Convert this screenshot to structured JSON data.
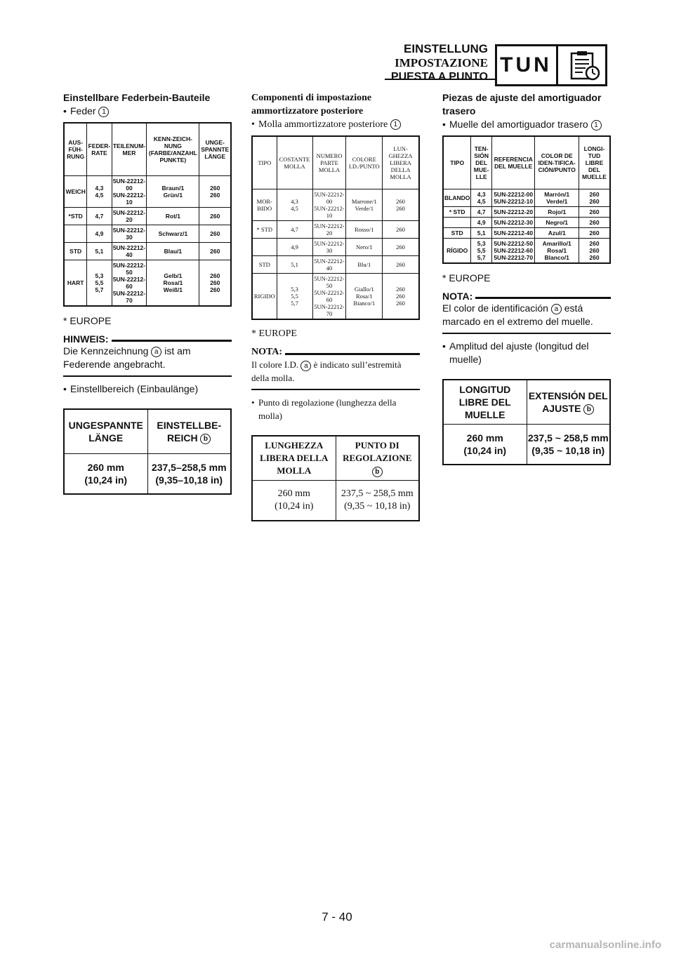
{
  "header": {
    "title_de": "EINSTELLUNG",
    "title_it": "IMPOSTAZIONE",
    "title_es": "PUESTA A PUNTO",
    "section_code": "TUN",
    "icon": "clipboard-stopwatch-icon"
  },
  "de": {
    "title": "Einstellbare Federbein-Bauteile",
    "bullet_text": "Feder",
    "ref_1": "1",
    "table_headers": [
      "AUS-FÜH-RUNG",
      "FEDER-RATE",
      "TEILENUM-MER",
      "KENN-ZEICH-NUNG (FARBE/ANZAHL PUNKTE)",
      "UNGE-SPANNTE LÄNGE"
    ],
    "rows": [
      {
        "type": "WEICH",
        "rate": [
          "4,3",
          "4,5"
        ],
        "part": [
          "5UN-22212-00",
          "5UN-22212-10"
        ],
        "color": [
          "Braun/1",
          "Grün/1"
        ],
        "length": [
          "260",
          "260"
        ]
      },
      {
        "type": "*STD",
        "rate": [
          "4,7"
        ],
        "part": [
          "5UN-22212-20"
        ],
        "color": [
          "Rot/1"
        ],
        "length": [
          "260"
        ]
      },
      {
        "type": "",
        "rate": [
          "4,9"
        ],
        "part": [
          "5UN-22212-30"
        ],
        "color": [
          "Schwarz/1"
        ],
        "length": [
          "260"
        ]
      },
      {
        "type": "STD",
        "rate": [
          "5,1"
        ],
        "part": [
          "5UN-22212-40"
        ],
        "color": [
          "Blau/1"
        ],
        "length": [
          "260"
        ]
      },
      {
        "type": "HART",
        "rate": [
          "5,3",
          "5,5",
          "5,7"
        ],
        "part": [
          "5UN-22212-50",
          "5UN-22212-60",
          "5UN-22212-70"
        ],
        "color": [
          "Gelb/1",
          "Rosa/1",
          "Weiß/1"
        ],
        "length": [
          "260",
          "260",
          "260"
        ]
      }
    ],
    "europe": "* EUROPE",
    "note_label": "HINWEIS:",
    "note_pre": "Die Kennzeichnung",
    "note_ref": "a",
    "note_post": "ist am Federende angebracht.",
    "bullet2": "Einstellbereich (Einbaulänge)",
    "range_h1": "UNGESPANNTE LÄNGE",
    "range_h2": "EINSTELLBE-REICH",
    "range_ref": "b",
    "range_v1a": "260 mm",
    "range_v1b": "(10,24 in)",
    "range_v2a": "237,5–258,5 mm",
    "range_v2b": "(9,35–10,18 in)"
  },
  "it": {
    "title": "Componenti di impostazione ammortizzatore posteriore",
    "bullet_text": "Molla ammortizzatore posteriore",
    "ref_1": "1",
    "table_headers": [
      "TIPO",
      "COSTANTE MOLLA",
      "NUMERO PARTE MOLLA",
      "COLORE I.D./PUNTO",
      "LUN-GHEZZA LIBERA DELLA MOLLA"
    ],
    "rows": [
      {
        "type": "MOR-BIDO",
        "rate": [
          "4,3",
          "4,5"
        ],
        "part": [
          "5UN-22212-00",
          "5UN-22212-10"
        ],
        "color": [
          "Marrone/1",
          "Verde/1"
        ],
        "length": [
          "260",
          "260"
        ]
      },
      {
        "type": "* STD",
        "rate": [
          "4,7"
        ],
        "part": [
          "5UN-22212-20"
        ],
        "color": [
          "Rosso/1"
        ],
        "length": [
          "260"
        ]
      },
      {
        "type": "",
        "rate": [
          "4,9"
        ],
        "part": [
          "5UN-22212-30"
        ],
        "color": [
          "Nero/1"
        ],
        "length": [
          "260"
        ]
      },
      {
        "type": "STD",
        "rate": [
          "5,1"
        ],
        "part": [
          "5UN-22212-40"
        ],
        "color": [
          "Blu/1"
        ],
        "length": [
          "260"
        ]
      },
      {
        "type": "RIGIDO",
        "rate": [
          "5,3",
          "5,5",
          "5,7"
        ],
        "part": [
          "5UN-22212-50",
          "5UN-22212-60",
          "5UN-22212-70"
        ],
        "color": [
          "Giallo/1",
          "Rosa/1",
          "Bianco/1"
        ],
        "length": [
          "260",
          "260",
          "260"
        ]
      }
    ],
    "europe": "* EUROPE",
    "note_label": "NOTA:",
    "note_pre": "Il colore I.D.",
    "note_ref": "a",
    "note_post": "è indicato sull’estremità della molla.",
    "bullet2": "Punto di regolazione (lunghezza della molla)",
    "range_h1": "LUNGHEZZA LIBERA DELLA MOLLA",
    "range_h2": "PUNTO DI REGOLAZIONE",
    "range_ref": "b",
    "range_v1a": "260 mm",
    "range_v1b": "(10,24 in)",
    "range_v2a": "237,5 ~ 258,5 mm",
    "range_v2b": "(9,35 ~ 10,18 in)"
  },
  "es": {
    "title": "Piezas de ajuste del amortiguador trasero",
    "bullet_text": "Muelle del amortiguador trasero",
    "ref_1": "1",
    "table_headers": [
      "TIPO",
      "TEN-SIÓN DEL MUE-LLE",
      "REFERENCIA DEL MUELLE",
      "COLOR DE IDEN-TIFICA-CIÓN/PUNTO",
      "LONGI-TUD LIBRE DEL MUELLE"
    ],
    "rows": [
      {
        "type": "BLANDO",
        "rate": [
          "4,3",
          "4,5"
        ],
        "part": [
          "5UN-22212-00",
          "5UN-22212-10"
        ],
        "color": [
          "Marrón/1",
          "Verde/1"
        ],
        "length": [
          "260",
          "260"
        ]
      },
      {
        "type": "* STD",
        "rate": [
          "4,7"
        ],
        "part": [
          "5UN-22212-20"
        ],
        "color": [
          "Rojo/1"
        ],
        "length": [
          "260"
        ]
      },
      {
        "type": "",
        "rate": [
          "4,9"
        ],
        "part": [
          "5UN-22212-30"
        ],
        "color": [
          "Negro/1"
        ],
        "length": [
          "260"
        ]
      },
      {
        "type": "STD",
        "rate": [
          "5,1"
        ],
        "part": [
          "5UN-22212-40"
        ],
        "color": [
          "Azul/1"
        ],
        "length": [
          "260"
        ]
      },
      {
        "type": "RÍGIDO",
        "rate": [
          "5,3",
          "5,5",
          "5,7"
        ],
        "part": [
          "5UN-22212-50",
          "5UN-22212-60",
          "5UN-22212-70"
        ],
        "color": [
          "Amarillo/1",
          "Rosa/1",
          "Blanco/1"
        ],
        "length": [
          "260",
          "260",
          "260"
        ]
      }
    ],
    "europe": "* EUROPE",
    "note_label": "NOTA:",
    "note_pre": "El color de identificación",
    "note_ref": "a",
    "note_post": "está marcado en el extremo del muelle.",
    "bullet2": "Amplitud del ajuste (longitud del muelle)",
    "range_h1": "LONGITUD LIBRE DEL MUELLE",
    "range_h2": "EXTENSIÓN DEL AJUSTE",
    "range_ref": "b",
    "range_v1a": "260 mm",
    "range_v1b": "(10,24 in)",
    "range_v2a": "237,5 ~ 258,5 mm",
    "range_v2b": "(9,35 ~ 10,18 in)"
  },
  "footer": {
    "page_number": "7 - 40",
    "watermark": "carmanualsonline.info"
  }
}
